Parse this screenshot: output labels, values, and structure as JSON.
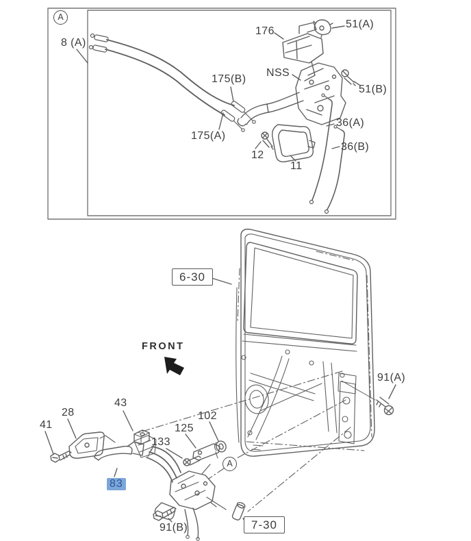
{
  "figure_type": "truck front door lock and outside handle parts diagram",
  "colors": {
    "line": "#5f5f5f",
    "text": "#3c3c3c",
    "highlight_background": "#7da6d9",
    "highlight_text": "#28599c"
  },
  "inset": {
    "view_letter": "A",
    "labels": {
      "cable_assy": "8 (A)",
      "cable_b": "175(B)",
      "cable_a": "175(A)",
      "actuator": "176",
      "nss": "NSS",
      "clip_a": "51(A)",
      "screw_b": "51(B)",
      "rod_a": "36(A)",
      "rod_b": "36(B)",
      "screw_12": "12",
      "cover_11": "11"
    }
  },
  "main": {
    "view_letter": "A",
    "front_indicator": "FRONT",
    "door_ref": "6-30",
    "lock_ref": "7-30",
    "labels": {
      "bolt_91a": "91(A)",
      "bolt_91b": "91(B)",
      "screw_41": "41",
      "bezel_28": "28",
      "grommet_43": "43",
      "screw_133": "133",
      "bracket_125": "125",
      "grommet_102": "102",
      "handle_83": "83"
    }
  }
}
